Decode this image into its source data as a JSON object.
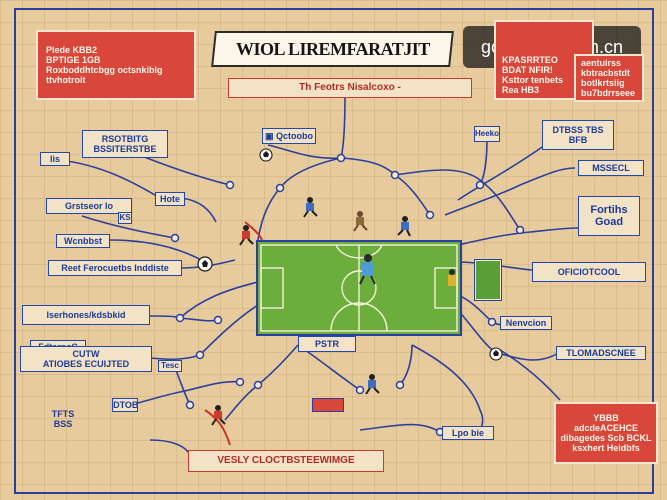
{
  "title": "WIOL LIREMFARATJIT",
  "watermark": "goal-yobo.com.cn",
  "subtitle_bar": "Th Feotrs Nisalcoxo -",
  "top_left_panel": [
    "Plede KBB2",
    "BPTIGE 1GB",
    "Roxboddhtcbgg octsnkiblg",
    "ttvhotroit"
  ],
  "top_right_panel": [
    "KPASRRTEO",
    "BDAT NFIR!",
    "Ksttor tenbets",
    "Rea HB3"
  ],
  "top_right_panel2": [
    "aentuirss",
    "kbtracbstdt",
    "botlkrtsiig",
    "bu7bdrrseee"
  ],
  "labels": {
    "rsotbitg": "RSOTBITG",
    "bssiterstbe": "BSSITERSTBE",
    "lis": "lis",
    "qctobo": "Qctoobo",
    "heeko": "Heeko",
    "hote": "Hote",
    "ks": "KS",
    "bfb": "BFB",
    "dtbss": "DTBSS TBS",
    "mssecl": "MSSECL",
    "nenvcion": "Nenvcion",
    "forihs": "Fortihs",
    "goad": "Goad",
    "grstseor": "Grstseor",
    "lo": "lo",
    "wcrnbbst": "Wcnbbst",
    "reet": "Reet Ferocuetbs Inddiste",
    "oficiotccol": "OFICIOTCOOL",
    "iserhones": "Iserhones/kdsbkid",
    "fdtarnc": "FdtarncC",
    "cutw": "CUTW",
    "atiobes": "ATIOBES ECUIJTED",
    "tesc": "Tesc",
    "mdtobe": "MDTOBE",
    "tlomadscnee": "TLOMADSCNEE",
    "tfts": "TFTS",
    "bss": "BSS",
    "pstr": "PSTR",
    "lpo": "Lpo bie",
    "bottom_banner": "VESLY CLOCTBSTEEWIMGE"
  },
  "bottom_right_panel": [
    "YBBB",
    "adcdeACEHCE",
    "dibagedes Scb BCKL",
    "ksxhert Heidbfs"
  ],
  "colors": {
    "accent_blue": "#2447a8",
    "accent_red": "#d9463c",
    "pitch_green": "#6cae3c",
    "background": "#e8cb9c"
  }
}
